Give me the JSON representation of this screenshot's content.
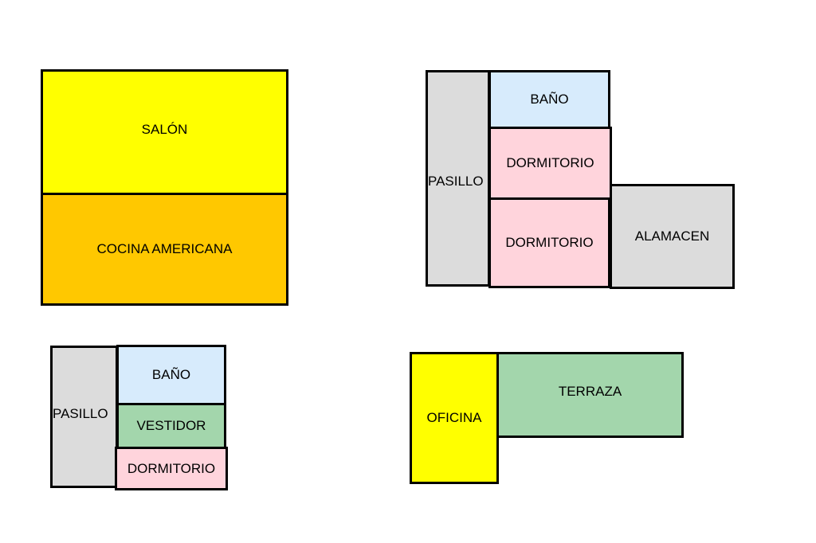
{
  "rooms": {
    "salon": "SALÓN",
    "cocina_americana": "COCINA AMERICANA",
    "pasillo_1": "PASILLO",
    "bano_1": "BAÑO",
    "dormitorio_1": "DORMITORIO",
    "dormitorio_2": "DORMITORIO",
    "alamacen": "ALAMACEN",
    "pasillo_2": "PASILLO",
    "bano_2": "BAÑO",
    "vestidor": "VESTIDOR",
    "dormitorio_3": "DORMITORIO",
    "oficina": "OFICINA",
    "terraza": "TERRAZA"
  },
  "colors": {
    "salon": "#ffff00",
    "cocina": "#ffc800",
    "pasillo": "#dcdcdc",
    "bano": "#d7ebfc",
    "dormitorio": "#ffd4dc",
    "vestidor_terraza": "#a3d6ac",
    "oficina": "#ffff00"
  }
}
